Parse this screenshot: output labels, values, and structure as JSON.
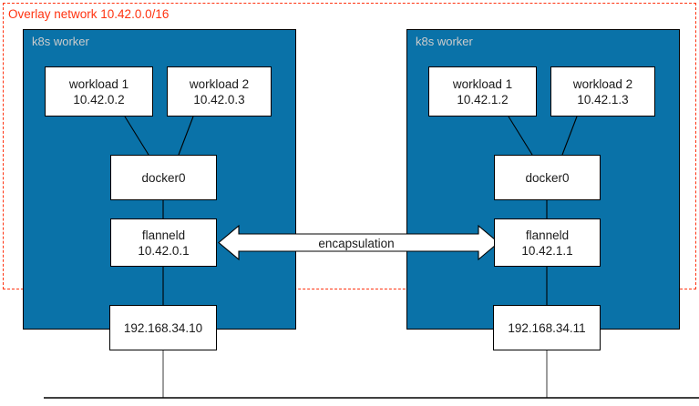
{
  "diagram": {
    "overlay": {
      "title": "Overlay network 10.42.0.0/16",
      "border_color": "#ff3311",
      "style": "dashed"
    },
    "connection": {
      "label": "encapsulation",
      "direction": "bidirectional"
    },
    "worker_fill_color": "#0a72a8",
    "worker_label_color": "#cccccc",
    "workers": [
      {
        "label": "k8s worker",
        "workloads": [
          {
            "name": "workload 1",
            "ip": "10.42.0.2"
          },
          {
            "name": "workload 2",
            "ip": "10.42.0.3"
          }
        ],
        "bridge": {
          "name": "docker0"
        },
        "flannel": {
          "name": "flanneld",
          "ip": "10.42.0.1"
        },
        "host": {
          "ip": "192.168.34.10"
        }
      },
      {
        "label": "k8s worker",
        "workloads": [
          {
            "name": "workload 1",
            "ip": "10.42.1.2"
          },
          {
            "name": "workload 2",
            "ip": "10.42.1.3"
          }
        ],
        "bridge": {
          "name": "docker0"
        },
        "flannel": {
          "name": "flanneld",
          "ip": "10.42.1.1"
        },
        "host": {
          "ip": "192.168.34.11"
        }
      }
    ]
  }
}
